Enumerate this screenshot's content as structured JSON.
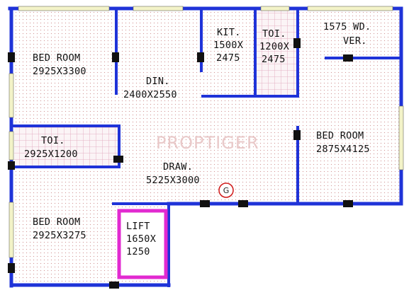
{
  "floor_plan": {
    "rooms": [
      {
        "id": "bed-room-1",
        "name": "BED ROOM",
        "size": "2925X3300"
      },
      {
        "id": "dining",
        "name": "DIN.",
        "size": "2400X2550"
      },
      {
        "id": "kitchen",
        "name": "KIT.",
        "size_line1": "1500X",
        "size_line2": "2475"
      },
      {
        "id": "toilet-1",
        "name": "TOI.",
        "size_line1": "1200X",
        "size_line2": "2475"
      },
      {
        "id": "verandah",
        "name": "1575 WD.",
        "name_line2": "VER."
      },
      {
        "id": "toilet-2",
        "name": "TOI.",
        "size": "2925X1200"
      },
      {
        "id": "bed-room-2",
        "name": "BED ROOM",
        "size": "2875X4125"
      },
      {
        "id": "drawing",
        "name": "DRAW.",
        "size": "5225X3000"
      },
      {
        "id": "bed-room-3",
        "name": "BED ROOM",
        "size": "2925X3275"
      },
      {
        "id": "lift",
        "name": "LIFT",
        "size_line1": "1650X",
        "size_line2": "1250"
      }
    ],
    "gate_marker": "G",
    "watermark": "PROPTIGER",
    "colors": {
      "wall": "#1f33d8",
      "lift_wall": "#e22ad0",
      "floor_dot": "#d49a9a",
      "tile_grid": "#e0a0b8",
      "door_jamb": "#111111",
      "window": "#f3f3c8",
      "gate_circle": "#d01818"
    }
  }
}
